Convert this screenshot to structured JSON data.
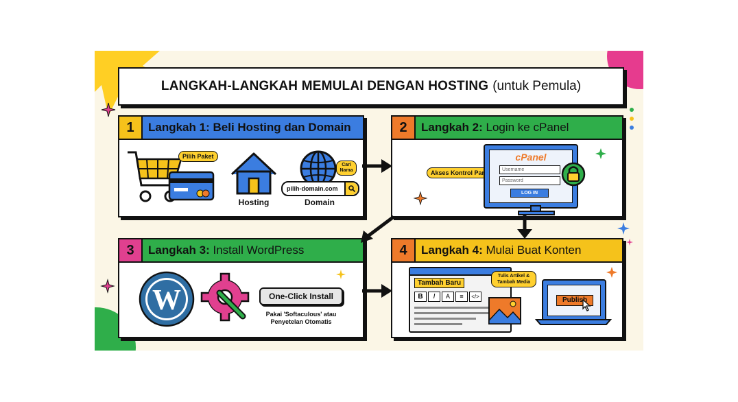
{
  "title": {
    "main": "LANGKAH-LANGKAH MEMULAI DENGAN HOSTING",
    "sub": "(untuk Pemula)"
  },
  "steps": [
    {
      "number": "1",
      "label": "Langkah 1:",
      "text": "Beli Hosting dan Domain",
      "color": "#3b7de0",
      "tag_paket": "Pilih Paket",
      "hosting_label": "Hosting",
      "domain_label": "Domain",
      "domain_tag": "Cari Nama",
      "domain_search": "pilih-domain.com"
    },
    {
      "number": "2",
      "label": "Langkah 2:",
      "text": "Login ke cPanel",
      "color": "#2fae4a",
      "tag_akses": "Akses Kontrol Panel",
      "cpanel_logo": "cPanel",
      "username_placeholder": "Username",
      "password_placeholder": "Password",
      "login_button": "LOG IN"
    },
    {
      "number": "3",
      "label": "Langkah 3:",
      "text": "Install WordPress",
      "color": "#2fae4a",
      "one_click": "One-Click Install",
      "note": "Pakai 'Softaculous' atau Penyetelan Otomatis"
    },
    {
      "number": "4",
      "label": "Langkah 4:",
      "text": "Mulai Buat Konten",
      "color": "#f5c21b",
      "add_new": "Tambah Baru",
      "tag_tulis": "Tulis Artikel & Tambah Media",
      "publish": "Publish"
    }
  ],
  "colors": {
    "num1": "#f5c21b",
    "num2": "#ee7a2a",
    "num3": "#e0408f",
    "num4": "#ee7a2a",
    "yellow_tag": "#ffd02f",
    "poster_bg": "#fbf6e6"
  }
}
